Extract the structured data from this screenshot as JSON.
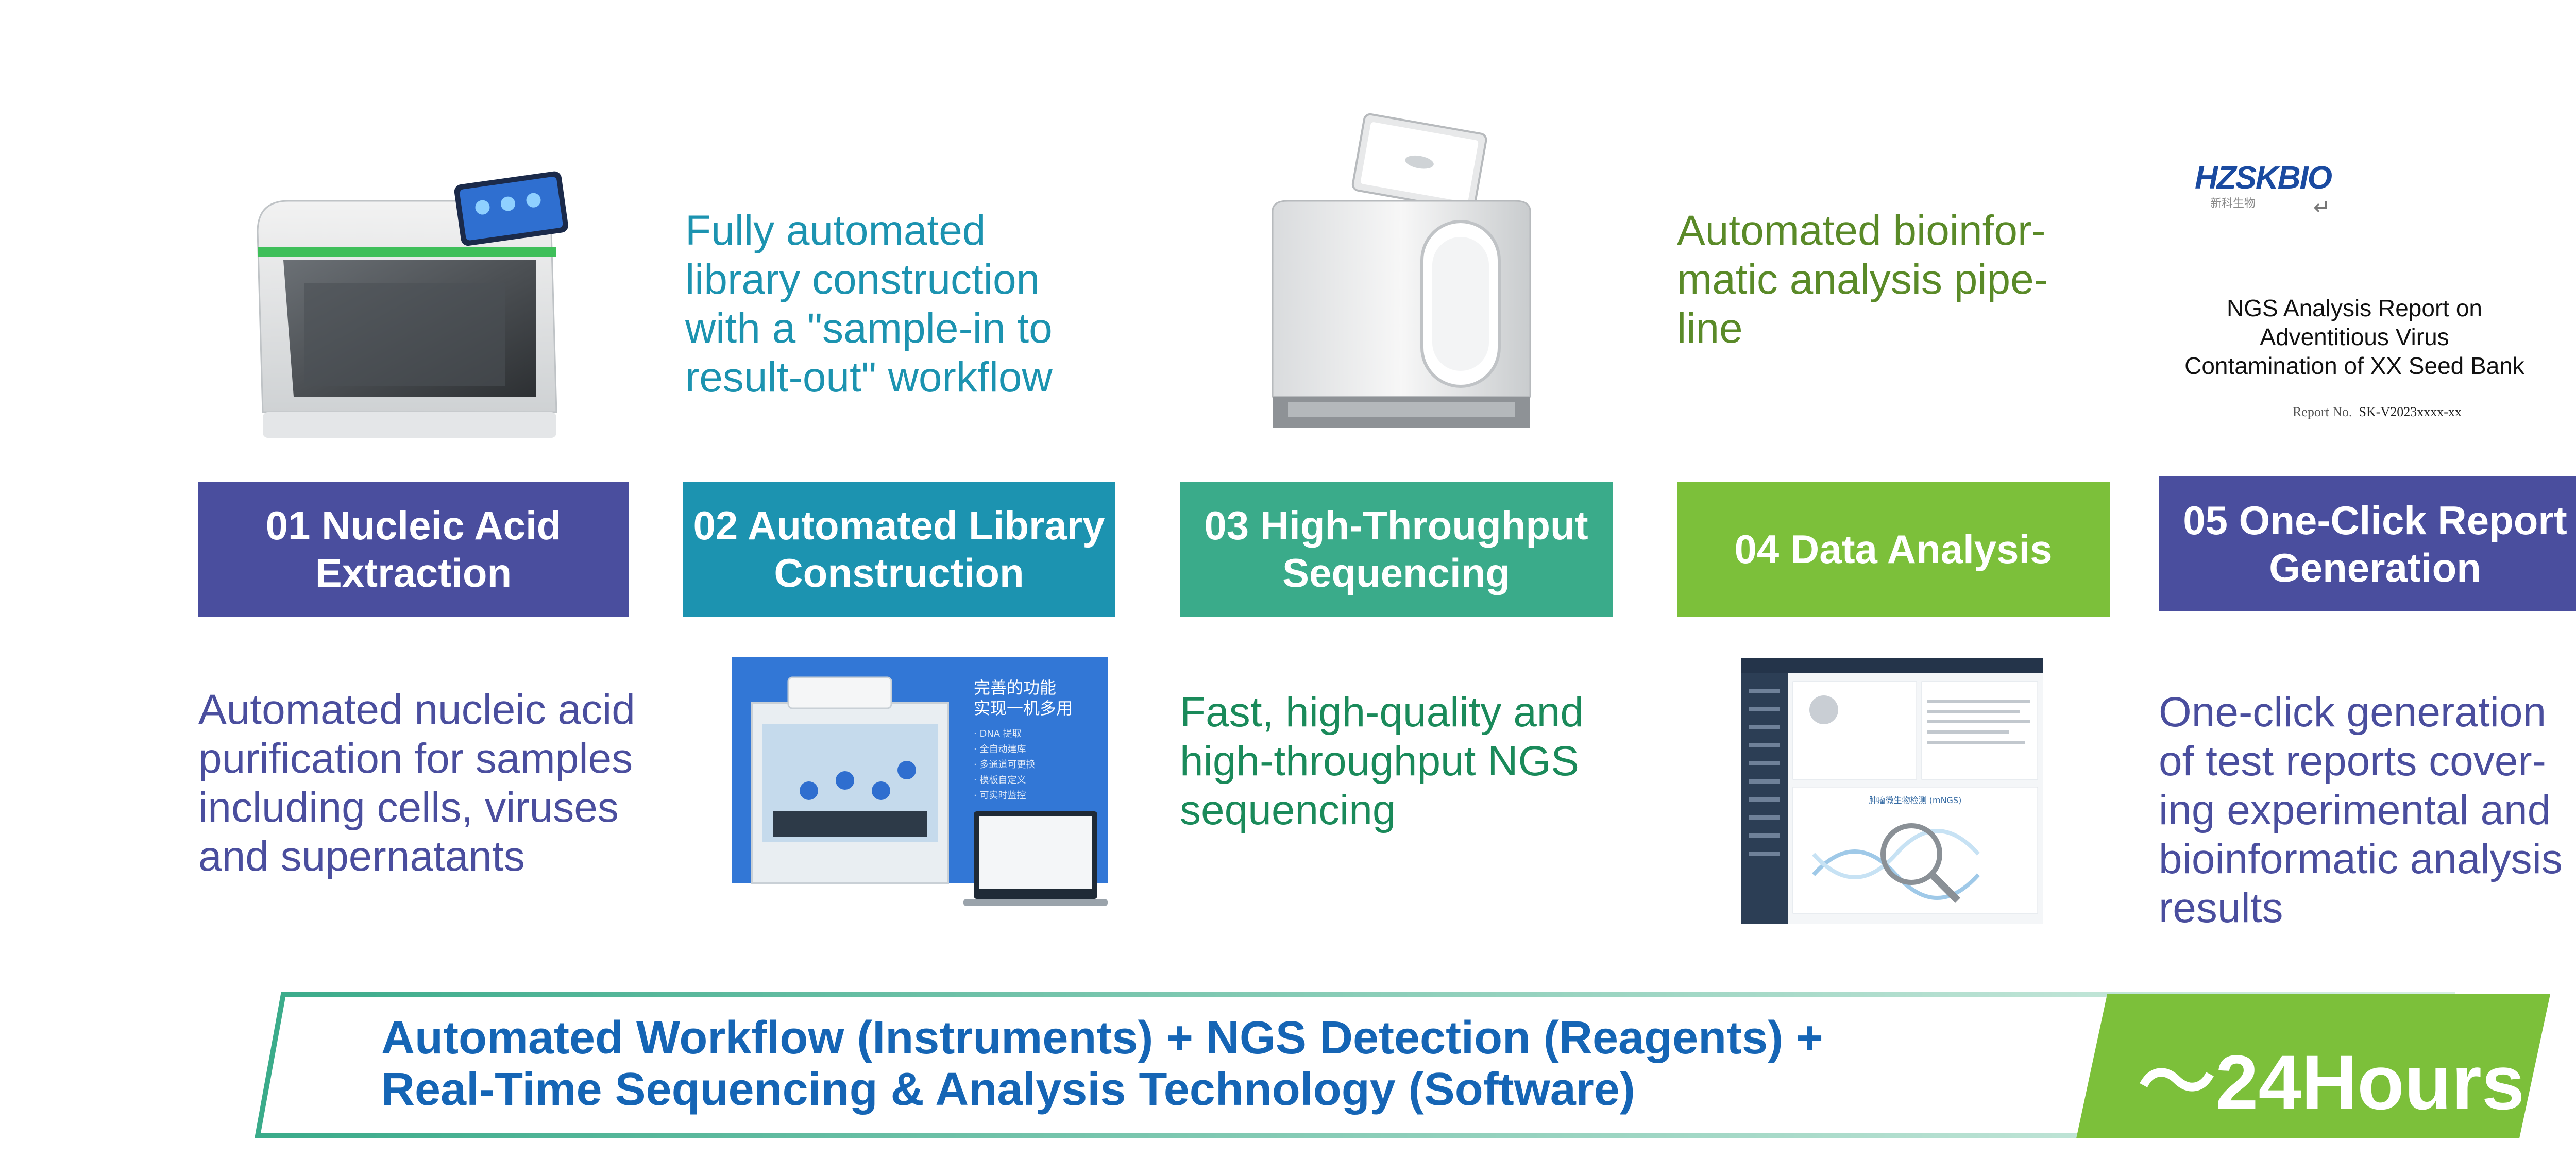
{
  "steps": [
    {
      "line1": "01 Nucleic Acid",
      "line2": "Extraction",
      "color": "#4a4e9e"
    },
    {
      "line1": "02 Automated Library",
      "line2": "Construction",
      "color": "#1c93b0"
    },
    {
      "line1": "03 High-Throughput",
      "line2": "Sequencing",
      "color": "#3aab8a"
    },
    {
      "line1": "04 Data Analysis",
      "line2": "",
      "color": "#7cc03a"
    },
    {
      "line1": "05 One-Click Report",
      "line2": "Generation",
      "color": "#4a4e9e"
    }
  ],
  "descriptions": {
    "step1": [
      "Automated nucleic acid",
      "purification for samples",
      "including cells, viruses",
      "and supernatants"
    ],
    "step2": [
      "Fully automated",
      "library construction",
      "with a \"sample-in to",
      "result-out\" workflow"
    ],
    "step3": [
      "Fast, high-quality and",
      "high-throughput NGS",
      "sequencing"
    ],
    "step4": [
      "Automated bioinfor-",
      "matic analysis pipe-",
      "line"
    ],
    "step5": [
      "One-click generation",
      "of test reports cover-",
      "ing experimental and",
      "bioinformatic analysis",
      "results"
    ]
  },
  "library_screen": {
    "heading": [
      "完善的功能",
      "实现一机多用"
    ],
    "items": [
      "· DNA 提取",
      "· 全自动建库",
      "· 多通道可更换",
      "· 模板自定义",
      "· 可实时监控"
    ]
  },
  "report": {
    "logo": "HZSKBIO",
    "logo_sub": "新科生物",
    "title": [
      "NGS Analysis Report on",
      "Adventitious Virus",
      "Contamination of XX Seed Bank"
    ],
    "number_label": "Report No.",
    "number_value": "SK-V2023xxxx-xx"
  },
  "software_screen": {
    "banner": "肿瘤微生物检测 (mNGS)"
  },
  "banner": {
    "line1": "Automated Workflow (Instruments) + NGS Detection (Reagents) +",
    "line2": "Real-Time Sequencing & Analysis Technology (Software)",
    "hours": "～24Hours"
  },
  "colors": {
    "purple": "#4a4e9e",
    "blue": "#1c93b0",
    "teal": "#3aab8a",
    "lime": "#7cc03a",
    "navy_text": "#1565b5"
  }
}
